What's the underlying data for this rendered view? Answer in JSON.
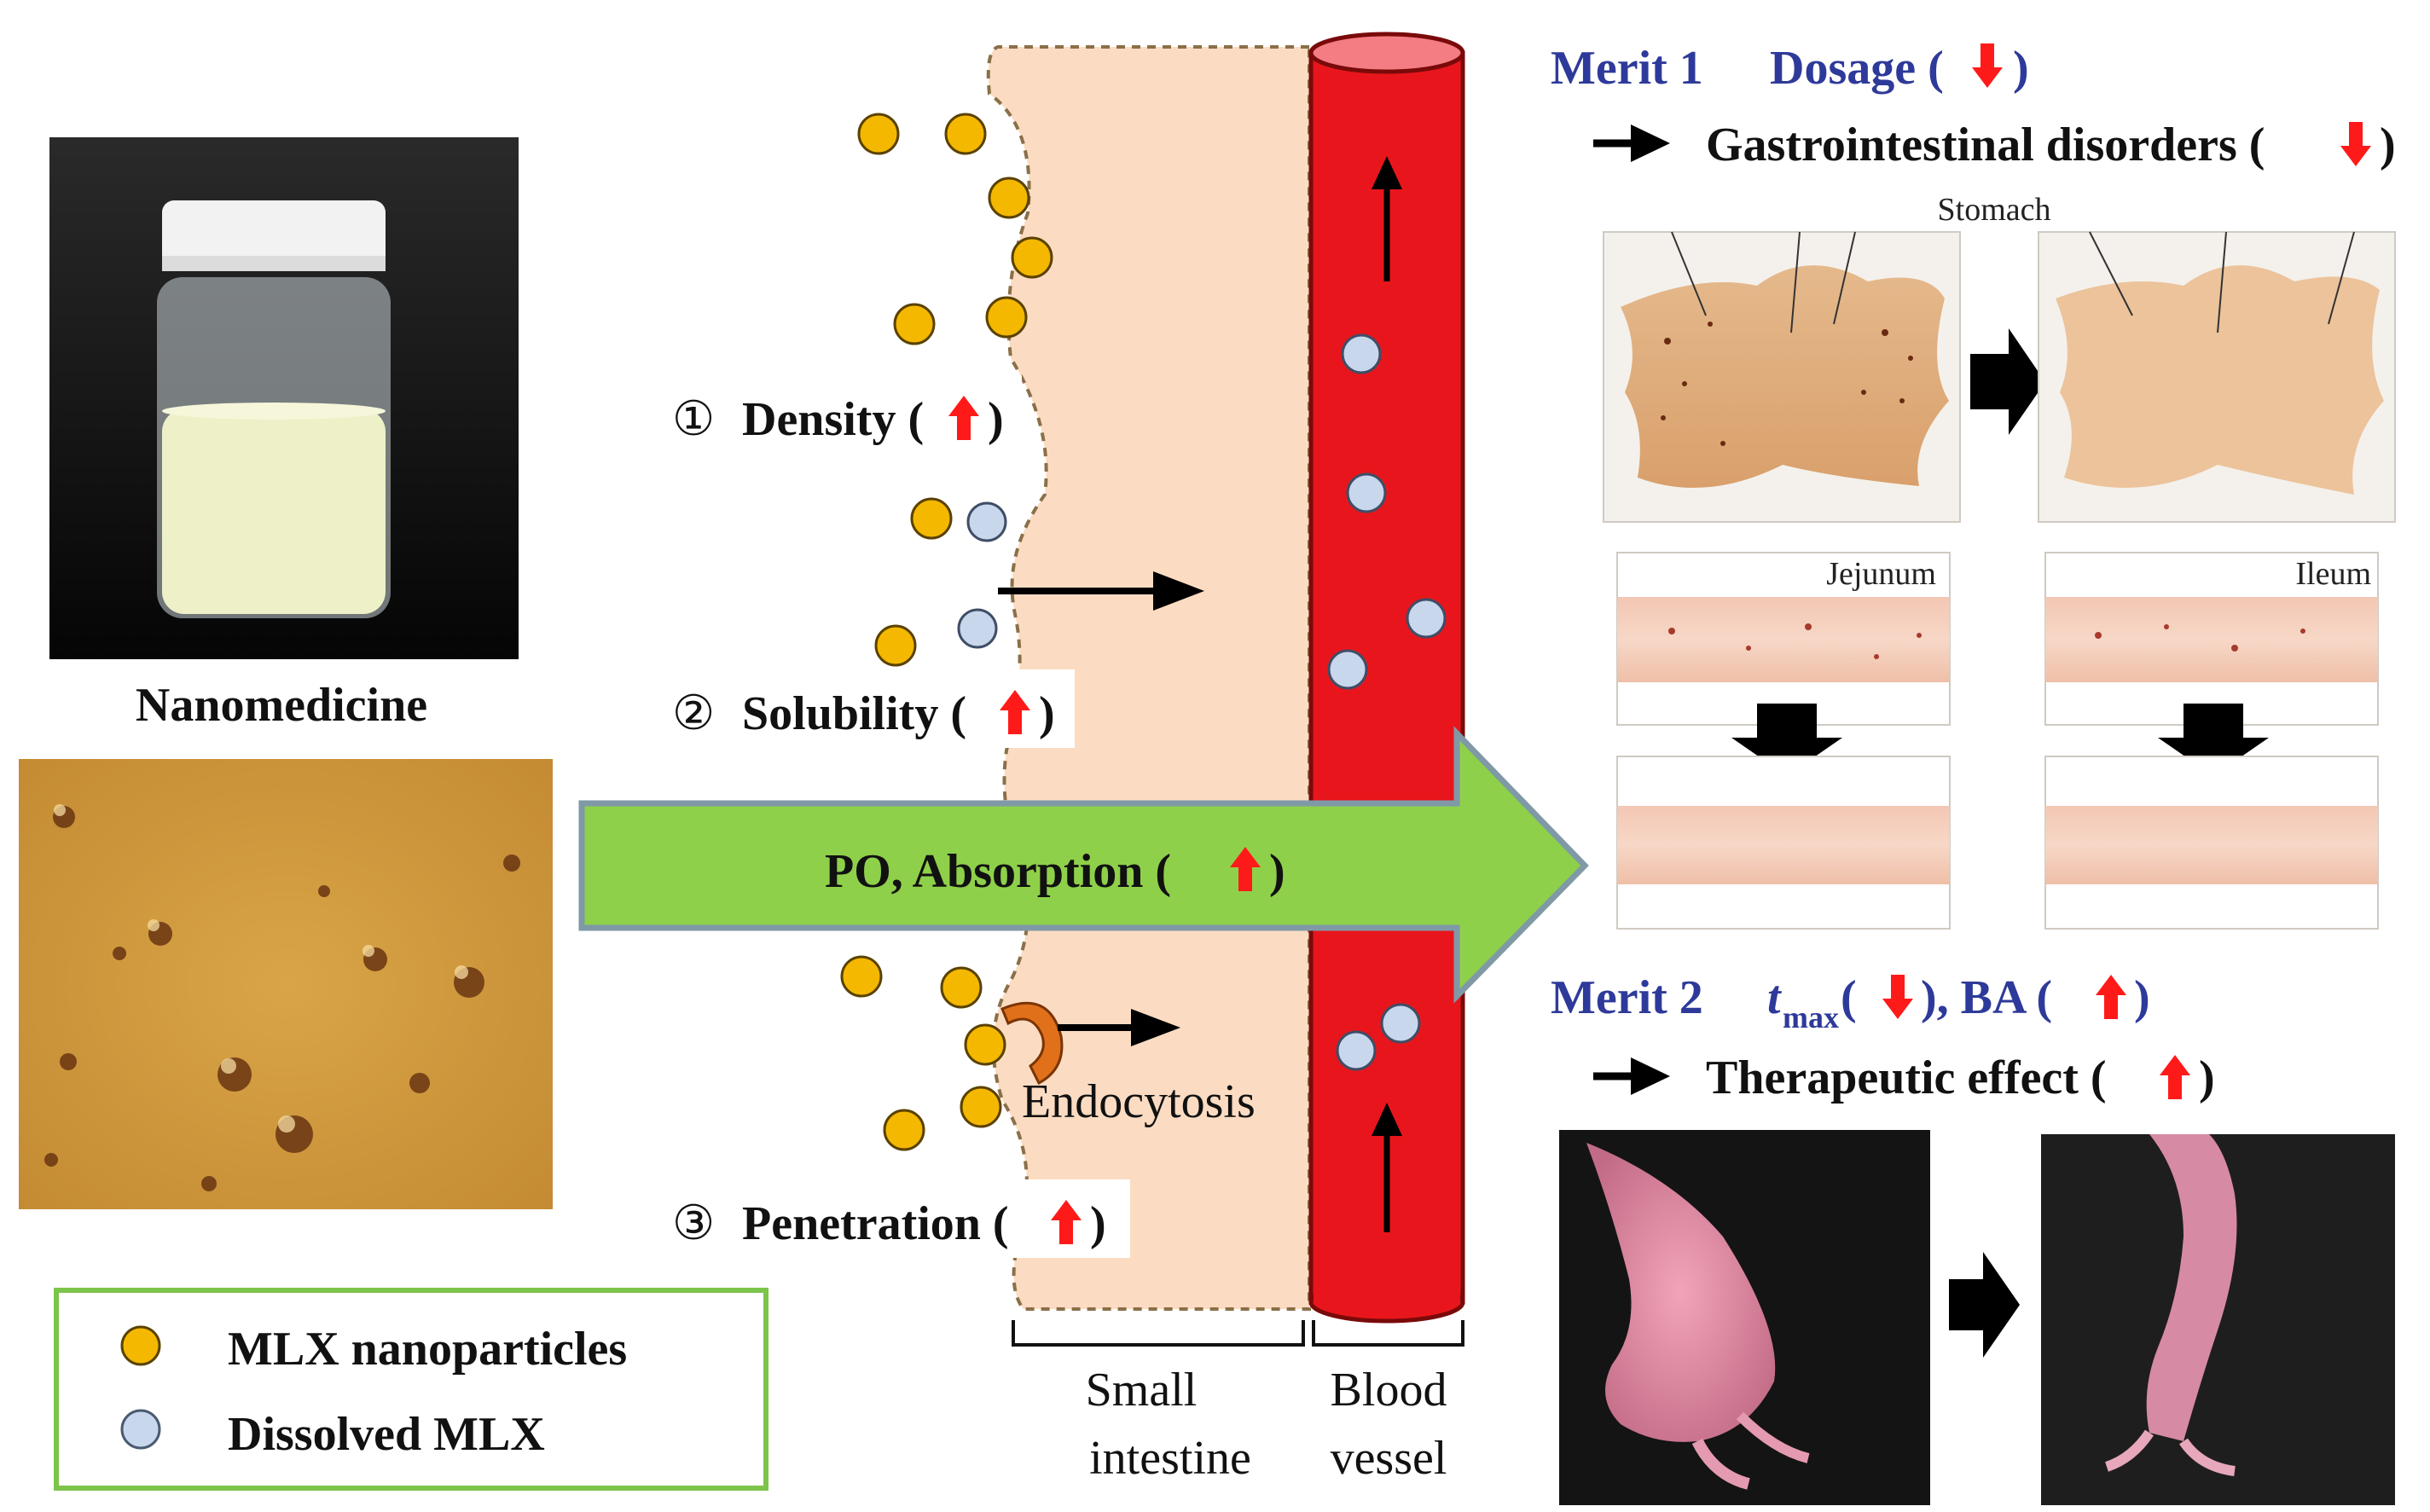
{
  "left": {
    "nanomedicine_label": "Nanomedicine"
  },
  "legend": {
    "nanoparticles_label": "MLX nanoparticles",
    "dissolved_label": "Dissolved MLX"
  },
  "mechanism": {
    "step1": {
      "marker": "①",
      "text": "Density ("
    },
    "step2": {
      "marker": "②",
      "text": "Solubility ("
    },
    "step3": {
      "marker": "③",
      "text": "Penetration ("
    },
    "close_paren": ")",
    "endocytosis_label": "Endocytosis",
    "main_arrow_text": "PO, Absorption (",
    "small_intestine_line1": "Small",
    "small_intestine_line2": "intestine",
    "blood_vessel_line1": "Blood",
    "blood_vessel_line2": "vessel"
  },
  "merit1": {
    "heading": "Merit 1",
    "item": "Dosage (",
    "close_paren": ")",
    "outcome": "Gastrointestinal disorders (",
    "stomach_label": "Stomach",
    "jejunum_label": "Jejunum",
    "ileum_label": "Ileum"
  },
  "merit2": {
    "heading": "Merit 2",
    "tmax_t": "t",
    "tmax_sub": "max",
    "tmax_rest": " (",
    "ba_text": "), BA (",
    "close_paren": ")",
    "outcome": "Therapeutic effect ("
  },
  "colors": {
    "nanoparticle": "#f5b800",
    "dissolved": "#c9d7ec",
    "intestine": "#fbdcc2",
    "vessel": "#e8161c",
    "main_arrow": "#8fd04a",
    "legend_border": "#7cc44a",
    "up_arrow": "#ff1a1a",
    "down_arrow": "#ff1a1a",
    "merit_text": "#2e3a9a"
  },
  "icons": [
    "up-arrow-icon",
    "down-arrow-icon",
    "right-arrow-icon",
    "endocytosis-icon"
  ]
}
